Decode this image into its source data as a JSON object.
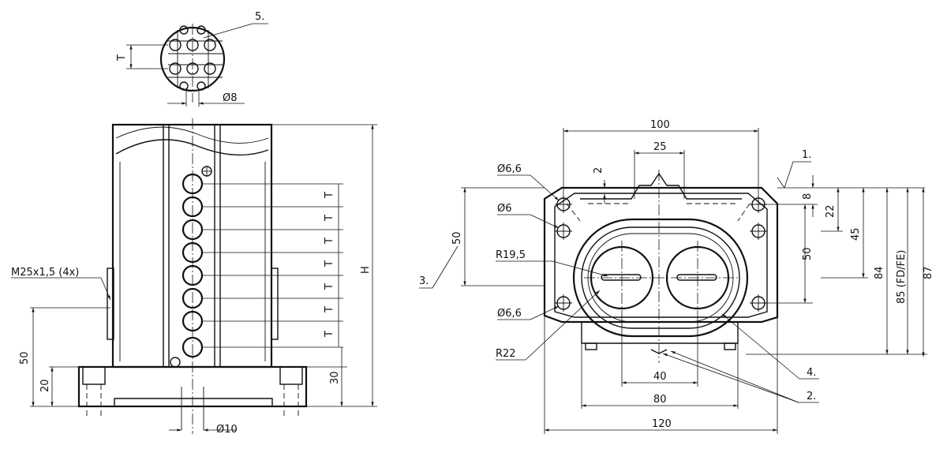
{
  "drawing": {
    "labels": {
      "callout_1": "1.",
      "callout_2": "2.",
      "callout_3": "3.",
      "callout_4": "4.",
      "callout_5": "5.",
      "dim_T": "T",
      "dim_phi8": "Ø8",
      "dim_phi10": "Ø10",
      "dim_H": "H",
      "dim_50_left": "50",
      "dim_20": "20",
      "dim_30": "30",
      "thread": "M25x1,5 (4x)",
      "dim_100": "100",
      "dim_25": "25",
      "dim_2": "2",
      "dim_phi66_top": "Ø6,6",
      "dim_phi6": "Ø6",
      "dim_R195": "R19,5",
      "dim_phi66_bottom": "Ø6,6",
      "dim_R22": "R22",
      "dim_50_front_left": "50",
      "dim_8": "8",
      "dim_22": "22",
      "dim_45": "45",
      "dim_50_front_right": "50",
      "dim_84": "84",
      "dim_85": "85 (FD/FE)",
      "dim_87": "87",
      "dim_40": "40",
      "dim_80": "80",
      "dim_120": "120"
    }
  }
}
